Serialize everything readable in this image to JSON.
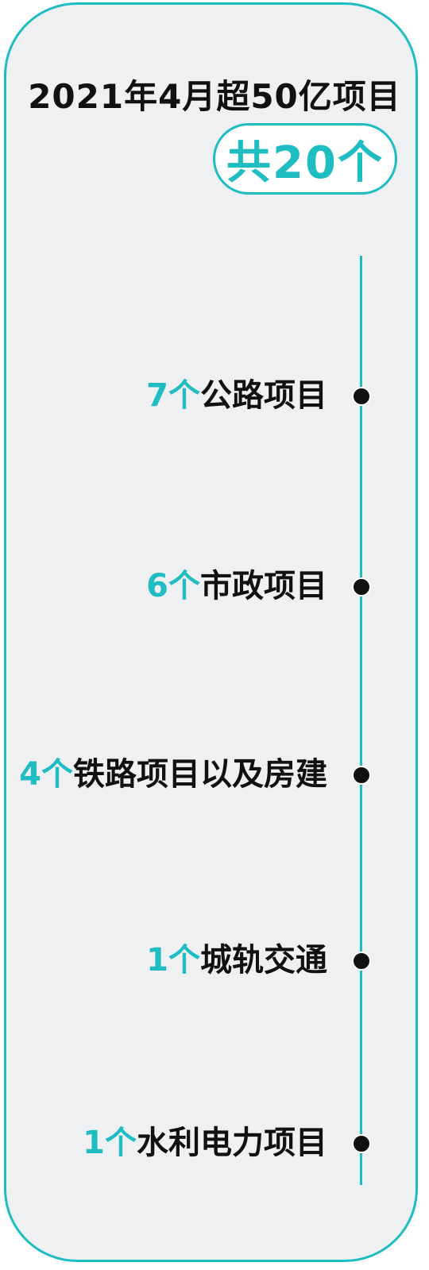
{
  "title": "2021年4月超50亿项目",
  "total": "共20个",
  "items": [
    {
      "count": "7个",
      "label": "公路项目"
    },
    {
      "count": "6个",
      "label": "市政项目"
    },
    {
      "count": "4个",
      "label": "铁路项目以及房建"
    },
    {
      "count": "1个",
      "label": "城轨交通"
    },
    {
      "count": "1个",
      "label": "水利电力项目"
    }
  ],
  "colors": {
    "accent": "#1fbcc1",
    "text": "#111111",
    "card_background": "#eff0f2"
  }
}
